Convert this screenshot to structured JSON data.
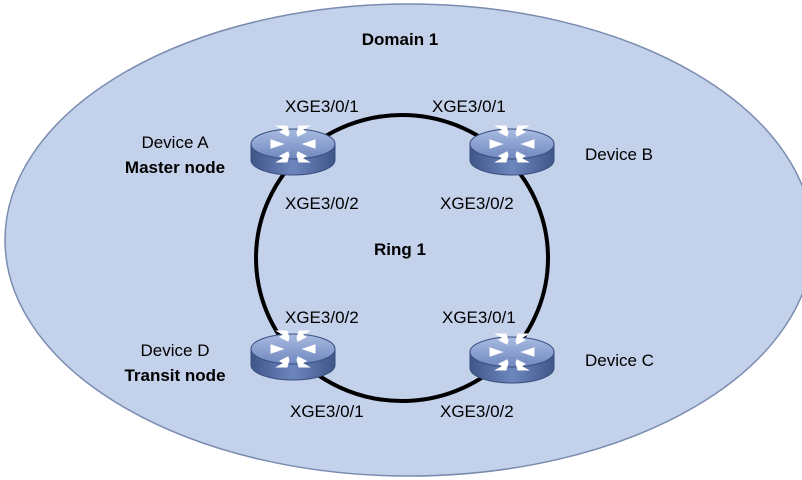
{
  "domain": {
    "label": "Domain 1",
    "fill": "#c3d1ea",
    "stroke": "#7a8bb0"
  },
  "ring": {
    "label": "Ring 1",
    "stroke": "#000000"
  },
  "devices": {
    "a": {
      "name": "Device A",
      "role": "Master node",
      "ports": {
        "p1": "XGE3/0/1",
        "p2": "XGE3/0/2"
      }
    },
    "b": {
      "name": "Device B",
      "role": "",
      "ports": {
        "p1": "XGE3/0/1",
        "p2": "XGE3/0/2"
      }
    },
    "c": {
      "name": "Device C",
      "role": "",
      "ports": {
        "p1": "XGE3/0/1",
        "p2": "XGE3/0/2"
      }
    },
    "d": {
      "name": "Device D",
      "role": "Transit node",
      "ports": {
        "p1": "XGE3/0/1",
        "p2": "XGE3/0/2"
      }
    }
  },
  "device_icon": {
    "name": "switch-icon",
    "top_color": "#7e95c7",
    "side_color": "#4a6298"
  }
}
